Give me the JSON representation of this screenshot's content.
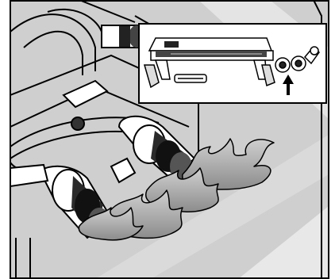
{
  "illustration": {
    "subject": "grill-burner-ignition",
    "colors": {
      "background": "#cfcfcf",
      "ink": "#000000",
      "paper": "#ffffff",
      "flame": "#a8a8a8",
      "panel-band": "#e4e4e4"
    }
  },
  "inset": {
    "arrow_direction": "up",
    "indicator": "arrow-icon"
  },
  "flames": {
    "count": 3
  }
}
